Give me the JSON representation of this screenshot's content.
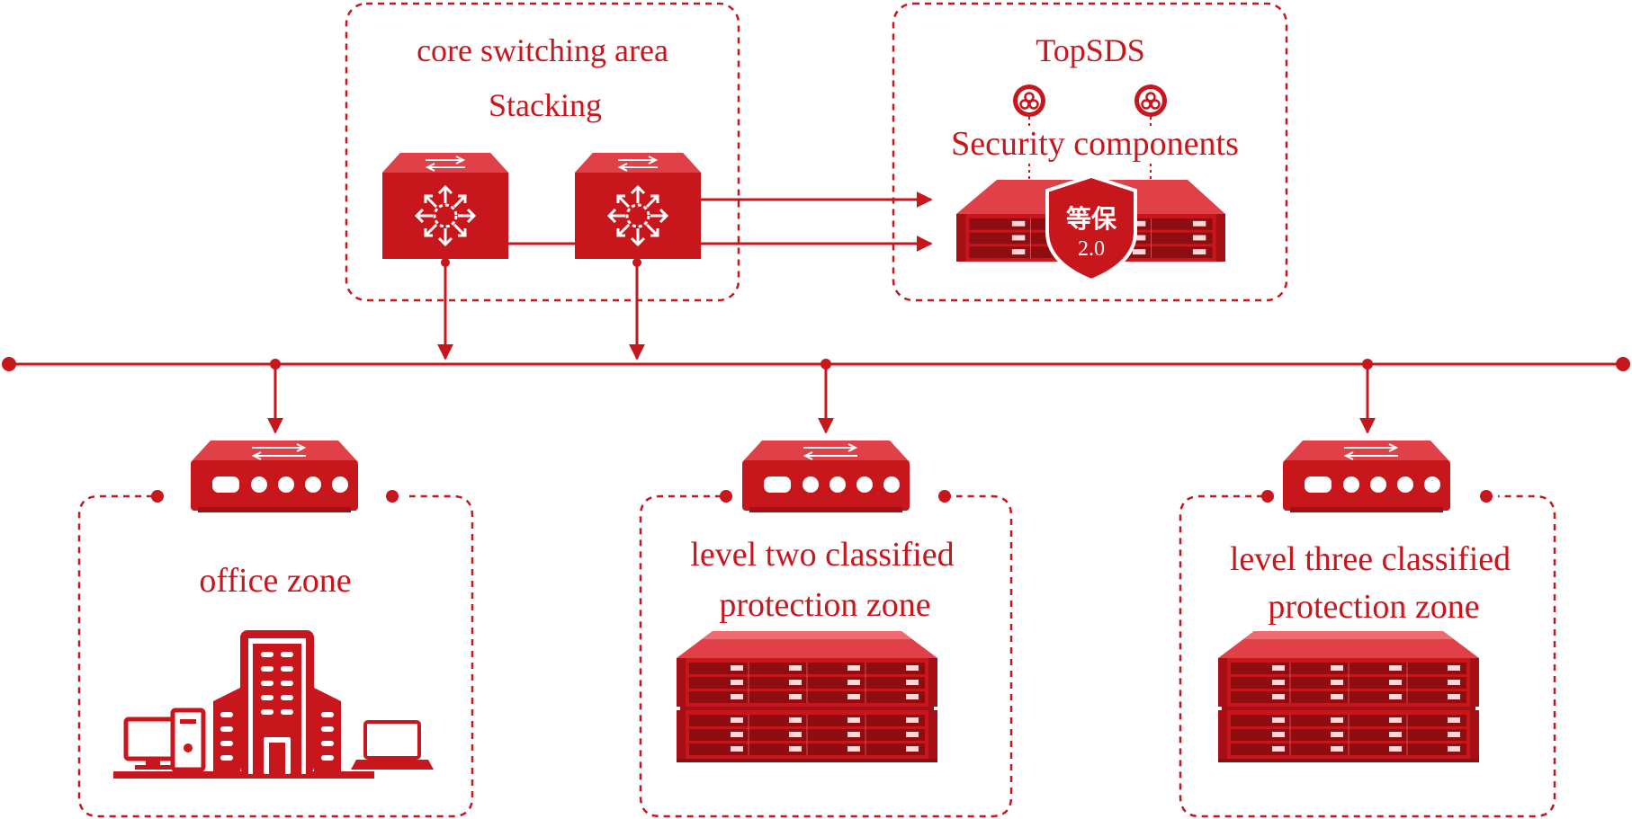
{
  "colors": {
    "primary": "#c8161d",
    "dark": "#a60f15",
    "light": "#e8454b"
  },
  "core_area": {
    "title": "core switching area",
    "subtitle": "Stacking"
  },
  "topsds": {
    "title": "TopSDS",
    "subtitle": "Security components",
    "badge_top": "等保",
    "badge_bottom": "2.0"
  },
  "zones": {
    "office": {
      "label": "office zone"
    },
    "level_two": {
      "line1": "level two classified",
      "line2": "protection zone"
    },
    "level_three": {
      "line1": "level three classified",
      "line2": "protection zone"
    }
  },
  "icons": [
    "core-switch-icon",
    "security-component-icon",
    "server-rack-icon",
    "shield-icon",
    "access-switch-icon",
    "office-building-icon",
    "desktop-computer-icon",
    "laptop-icon"
  ]
}
